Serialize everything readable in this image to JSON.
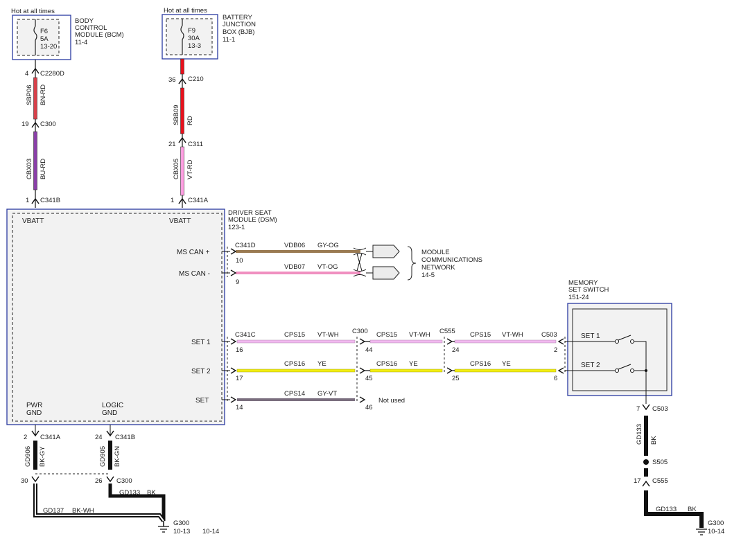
{
  "colors": {
    "bn_rd": "#d8404a",
    "bu_rd": "#8a3fa8",
    "rd": "#e8101c",
    "vt_rd": "#ff9ee0",
    "gy_og": "#9a7a52",
    "vt_og": "#f090c0",
    "vt_wh": "#f2b8f0",
    "ye": "#f2ee10",
    "gy_vt": "#7a6e7e",
    "bk": "#111111",
    "bk_wh": "#111111",
    "module_border": "#2a3aa0",
    "module_fill": "#f2f2f2"
  },
  "fuse_f6": {
    "hot": "Hot at all times",
    "name": "F6",
    "rating": "5A",
    "ref": "13-20",
    "module_lines": [
      "BODY",
      "CONTROL",
      "MODULE (BCM)",
      "11-4"
    ]
  },
  "fuse_f9": {
    "hot": "Hot at all times",
    "name": "F9",
    "rating": "30A",
    "ref": "13-3",
    "module_lines": [
      "BATTERY",
      "JUNCTION",
      "BOX (BJB)",
      "11-1"
    ]
  },
  "left_circuit": {
    "pin1": "4",
    "conn1": "C2280D",
    "circuit1": "SBP06",
    "color1": "BN-RD",
    "pin2": "19",
    "conn2": "C300",
    "circuit2": "CBX03",
    "color2": "BU-RD",
    "pin3": "1",
    "conn3": "C341B"
  },
  "right_circuit": {
    "pin1": "36",
    "conn1": "C210",
    "circuit1": "SBB09",
    "color1": "RD",
    "pin2": "21",
    "conn2": "C311",
    "circuit2": "CBX05",
    "color2": "VT-RD",
    "pin3": "1",
    "conn3": "C341A"
  },
  "dsm": {
    "title_lines": [
      "DRIVER SEAT",
      "MODULE (DSM)",
      "123-1"
    ],
    "vbatt_left": "VBATT",
    "vbatt_right": "VBATT",
    "ms_can_plus": "MS CAN +",
    "ms_can_minus": "MS CAN -",
    "set1": "SET 1",
    "set2": "SET 2",
    "set": "SET",
    "pwr_gnd": [
      "PWR",
      "GND"
    ],
    "logic_gnd": [
      "LOGIC",
      "GND"
    ]
  },
  "can": {
    "conn": "C341D",
    "plus": {
      "pin": "10",
      "circuit": "VDB06",
      "color": "GY-OG"
    },
    "minus": {
      "pin": "9",
      "circuit": "VDB07",
      "color": "VT-OG"
    },
    "network_lines": [
      "MODULE",
      "COMMUNICATIONS",
      "NETWORK",
      "14-5"
    ]
  },
  "set_wires": {
    "conn_start": "C341C",
    "conn_mid1": "C300",
    "conn_mid2": "C555",
    "conn_end": "C503",
    "set1": {
      "pin_a": "16",
      "pin_b": "44",
      "pin_c": "24",
      "pin_d": "2",
      "seg1": {
        "circuit": "CPS15",
        "color": "VT-WH"
      },
      "seg2": {
        "circuit": "CPS15",
        "color": "VT-WH"
      },
      "seg3": {
        "circuit": "CPS15",
        "color": "VT-WH"
      }
    },
    "set2": {
      "pin_a": "17",
      "pin_b": "45",
      "pin_c": "25",
      "pin_d": "6",
      "seg1": {
        "circuit": "CPS16",
        "color": "YE"
      },
      "seg2": {
        "circuit": "CPS16",
        "color": "YE"
      },
      "seg3": {
        "circuit": "CPS16",
        "color": "YE"
      }
    },
    "set": {
      "pin_a": "14",
      "pin_b": "46",
      "circuit": "CPS14",
      "color": "GY-VT",
      "not_used": "Not used"
    }
  },
  "memory_switch": {
    "title_lines": [
      "MEMORY",
      "SET SWITCH",
      "151-24"
    ],
    "set1": "SET 1",
    "set2": "SET 2"
  },
  "switch_ground": {
    "pin1": "7",
    "conn1": "C503",
    "circuit": "GD133",
    "color": "BK",
    "splice": "S505",
    "pin2": "17",
    "conn2": "C555",
    "bottom_circuit": "GD133",
    "bottom_color": "BK",
    "ground": "G300",
    "ground_ref": "10-14"
  },
  "dsm_ground": {
    "pwr_pin": "2",
    "pwr_conn": "C341A",
    "pwr_circuit": "GD906",
    "pwr_color": "BK-GY",
    "logic_pin": "24",
    "logic_conn": "C341B",
    "logic_circuit": "GD905",
    "logic_color": "BK-GN",
    "c300_pin_a": "30",
    "c300_pin_b": "26",
    "c300_conn": "C300",
    "gd133": "GD133",
    "gd133_color": "BK",
    "gd137": "GD137",
    "gd137_color": "BK-WH",
    "ground": "G300",
    "ground_ref1": "10-13",
    "ground_ref2": "10-14"
  }
}
